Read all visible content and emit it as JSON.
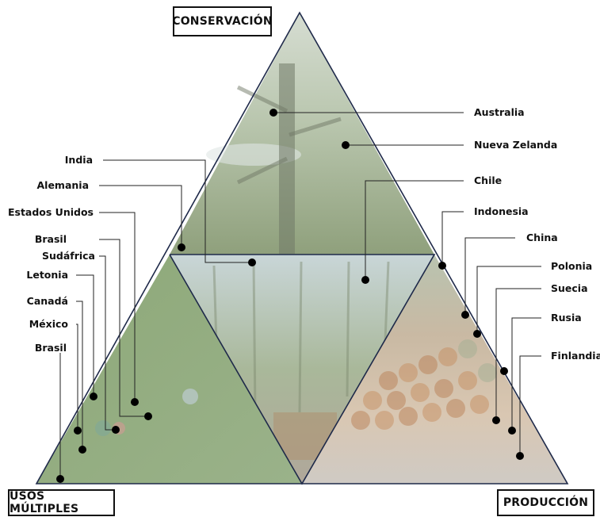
{
  "corners": {
    "top": "CONSERVACIÓN",
    "left": "USOS MÚLTIPLES",
    "right": "PRODUCCIÓN"
  },
  "countries": {
    "australia": "Australia",
    "nueva_zelanda": "Nueva Zelanda",
    "chile": "Chile",
    "indonesia": "Indonesia",
    "china": "China",
    "polonia": "Polonia",
    "suecia": "Suecia",
    "rusia": "Rusia",
    "finlandia": "Finlandia",
    "india": "India",
    "alemania": "Alemania",
    "estados_unidos": "Estados Unidos",
    "brasil_1": "Brasil",
    "sudafrica": "Sudáfrica",
    "letonia": "Letonia",
    "canada": "Canadá",
    "mexico": "México",
    "brasil_2": "Brasil"
  },
  "colors": {
    "outline": "#1f2a4a",
    "marker": "#000000",
    "leader": "#222222"
  }
}
